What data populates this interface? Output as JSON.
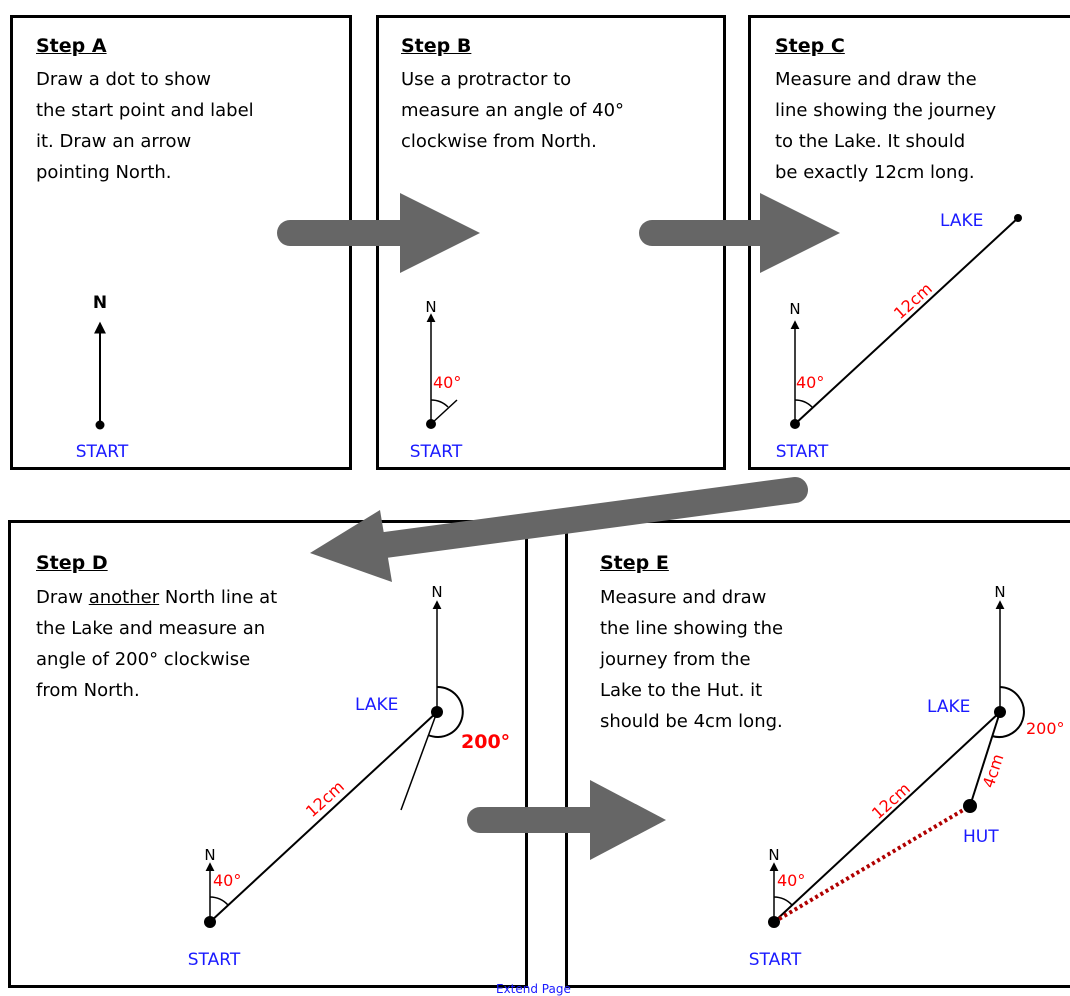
{
  "steps": {
    "a": {
      "title": "Step A",
      "lines": [
        "Draw a dot to show",
        "the start point and label",
        "it.  Draw an arrow",
        "pointing North."
      ]
    },
    "b": {
      "title": "Step B",
      "lines": [
        "Use a protractor to",
        "measure an angle of 40°",
        "clockwise from North."
      ]
    },
    "c": {
      "title": "Step C",
      "lines": [
        "Measure and draw the",
        "line showing the journey",
        "to the Lake.  It should",
        "be exactly 12cm long."
      ]
    },
    "d": {
      "title": "Step D",
      "line1_before": "Draw ",
      "line1_underlined": "another",
      "line1_after": " North line at",
      "lines": [
        "the Lake and measure an",
        "angle of 200° clockwise",
        "from North."
      ]
    },
    "e": {
      "title": "Step E",
      "lines": [
        "Measure and draw",
        "the line showing the",
        "journey from the",
        "Lake to the Hut.  it",
        "should be 4cm long."
      ]
    }
  },
  "labels": {
    "north": "N",
    "start": "START",
    "lake": "LAKE",
    "hut": "HUT",
    "angle_40": "40°",
    "angle_200": "200°",
    "dist_12": "12cm",
    "dist_4": "4cm"
  },
  "footer": "Extend Page",
  "colors": {
    "label_blue": "#1a1aff",
    "annotation_red": "#ff0000",
    "arrow_gray": "#666666",
    "hut_path": "#b00000"
  }
}
